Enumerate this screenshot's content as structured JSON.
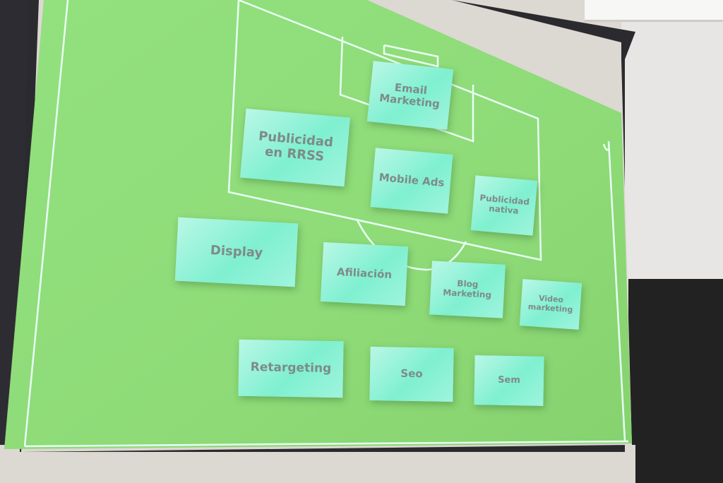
{
  "colors": {
    "screen_green": "#8fdc7a",
    "card_fill": "#8ff1d6",
    "card_text": "#7e8b87",
    "field_lines": "#e8fff4"
  },
  "cards": {
    "email_marketing": {
      "line1": "Email",
      "line2": "Marketing"
    },
    "publicidad_rrss": {
      "line1": "Publicidad",
      "line2": "en RRSS"
    },
    "mobile_ads": {
      "label": "Mobile Ads"
    },
    "publicidad_nativa": {
      "line1": "Publicidad",
      "line2": "nativa"
    },
    "display": {
      "label": "Display"
    },
    "afiliacion": {
      "label": "Afiliación"
    },
    "blog_marketing": {
      "line1": "Blog",
      "line2": "Marketing"
    },
    "video_marketing": {
      "line1": "Video",
      "line2": "marketing"
    },
    "retargeting": {
      "label": "Retargeting"
    },
    "seo": {
      "label": "Seo"
    },
    "sem": {
      "label": "Sem"
    }
  }
}
